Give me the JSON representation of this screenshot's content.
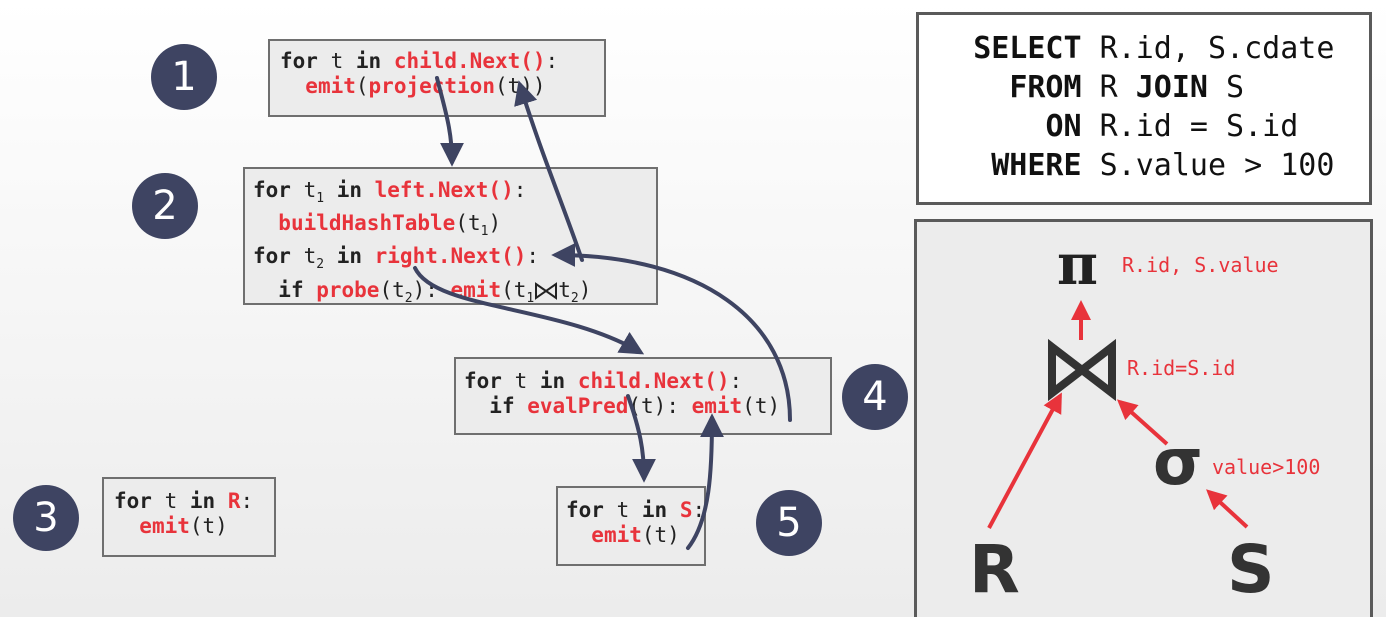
{
  "sql": {
    "line1": {
      "kw": "SELECT",
      "rest": " R.id, S.cdate"
    },
    "line2": {
      "kw": "FROM",
      "rest_a": " R ",
      "kw2": "JOIN",
      "rest_b": " S"
    },
    "line3": {
      "kw": "ON",
      "rest": " R.id = S.id"
    },
    "line4": {
      "kw": "WHERE",
      "rest": " S.value > 100"
    }
  },
  "badges": {
    "b1": "1",
    "b2": "2",
    "b3": "3",
    "b4": "4",
    "b5": "5"
  },
  "code": {
    "op1": {
      "l1_for": "for",
      "l1_t": " t ",
      "l1_in": "in",
      "l1_fn": " child.Next()",
      "l1_end": ":",
      "l2_fn": "emit",
      "l2_open": "(",
      "l2_fn2": "projection",
      "l2_end": "(t))"
    },
    "op2": {
      "l1_for": "for",
      "l1_t": " t",
      "l1_sub": "1",
      "l1_in": " in",
      "l1_fn": " left.Next()",
      "l1_end": ":",
      "l2_fn": "buildHashTable",
      "l2_arg": "(t",
      "l2_sub": "1",
      "l2_end": ")",
      "l3_for": "for",
      "l3_t": " t",
      "l3_sub": "2",
      "l3_in": " in",
      "l3_fn": " right.Next()",
      "l3_end": ":",
      "l4_if": "if",
      "l4_fn": " probe",
      "l4_arg": "(t",
      "l4_sub": "2",
      "l4_mid": "): ",
      "l4_fn2": "emit",
      "l4_arg2": "(t",
      "l4_sub2": "1",
      "l4_t": "t",
      "l4_sub3": "2",
      "l4_end": ")"
    },
    "op3": {
      "l1_for": "for",
      "l1_t": " t ",
      "l1_in": "in",
      "l1_fn": " R",
      "l1_end": ":",
      "l2_fn": "emit",
      "l2_end": "(t)"
    },
    "op4": {
      "l1_for": "for",
      "l1_t": " t ",
      "l1_in": "in",
      "l1_fn": " child.Next()",
      "l1_end": ":",
      "l2_if": "if",
      "l2_fn": " evalPred",
      "l2_mid": "(t): ",
      "l2_fn2": "emit",
      "l2_end": "(t)"
    },
    "op5": {
      "l1_for": "for",
      "l1_t": " t ",
      "l1_in": "in",
      "l1_fn": " S",
      "l1_end": ":",
      "l2_fn": "emit",
      "l2_end": "(t)"
    }
  },
  "plan": {
    "pi_symbol": "π",
    "pi_label": "R.id, S.value",
    "join_label": "R.id=S.id",
    "sigma_symbol": "σ",
    "sigma_label": "value>100",
    "leaf_r": "R",
    "leaf_s": "S"
  },
  "colors": {
    "accent": "#e8333b",
    "badge": "#3e4462",
    "arrow": "#3e4462",
    "box_border": "#6f6f6f"
  }
}
